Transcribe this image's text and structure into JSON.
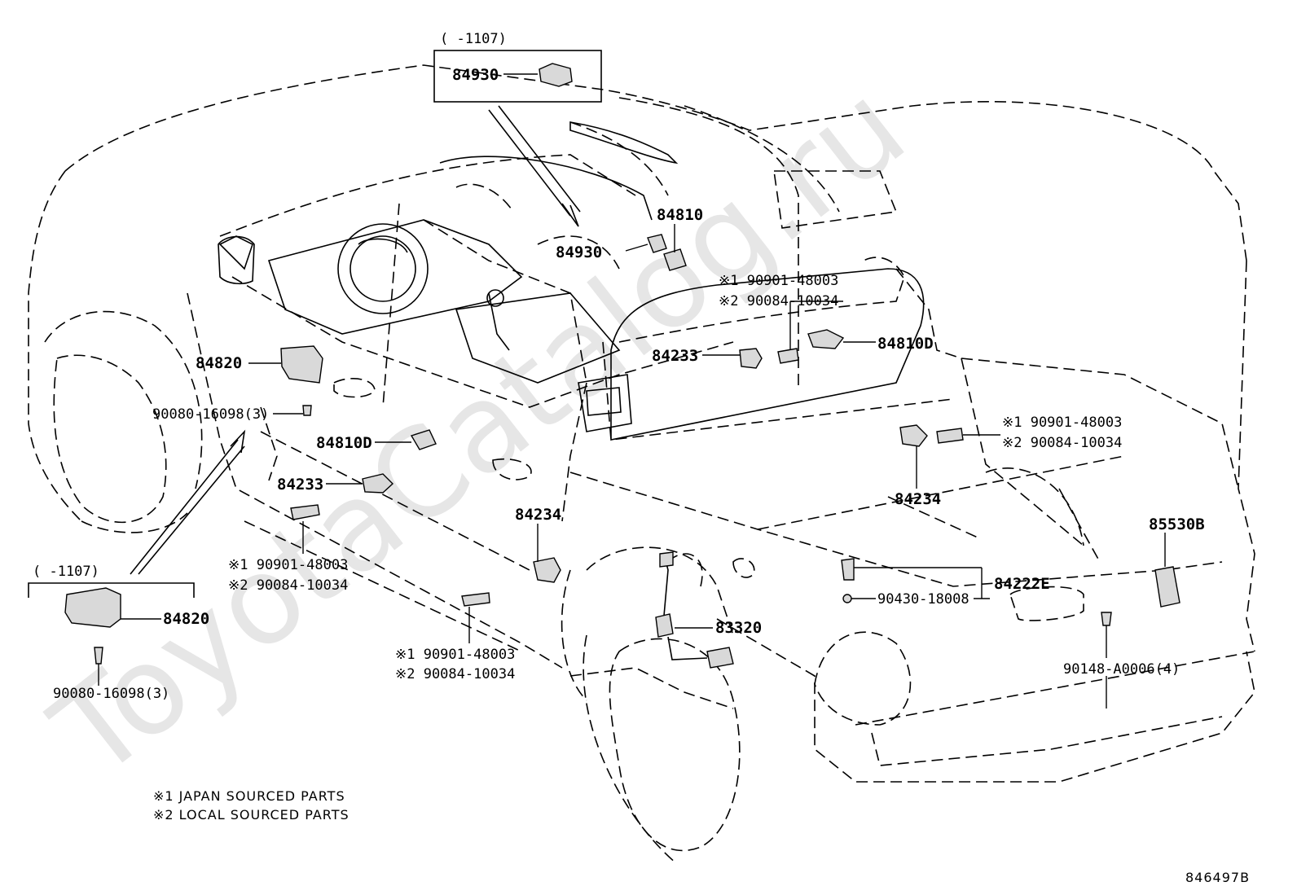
{
  "watermark": "ToyotaCatalog.ru",
  "inset_top": {
    "label": "(     -1107)",
    "part": "84930"
  },
  "inset_left": {
    "label": "(     -1107)",
    "part": "84820",
    "screw": "90080-16098(3)"
  },
  "parts": {
    "p84810": "84810",
    "p84930": "84930",
    "n1a": "※1 90901-48003",
    "n2a": "※2 90084-10034",
    "p84810D_r": "84810D",
    "p84233_r": "84233",
    "p84820": "84820",
    "p90080": "90080-16098(3)",
    "p84810D_l": "84810D",
    "n1b": "※1 90901-48003",
    "n2b": "※2 90084-10034",
    "p84233_l": "84233",
    "n1c": "※1 90901-48003",
    "n2c": "※2 90084-10034",
    "p84234_l": "84234",
    "p84234_r": "84234",
    "p85530B": "85530B",
    "p84222E": "84222E",
    "p90430": "90430-18008",
    "p83320": "83320",
    "n1d": "※1 90901-48003",
    "n2d": "※2 90084-10034",
    "p90148": "90148-A0006(4)"
  },
  "legend": {
    "line1": "※1 JAPAN SOURCED PARTS",
    "line2": "※2 LOCAL SOURCED PARTS"
  },
  "diagram_code": "846497B"
}
